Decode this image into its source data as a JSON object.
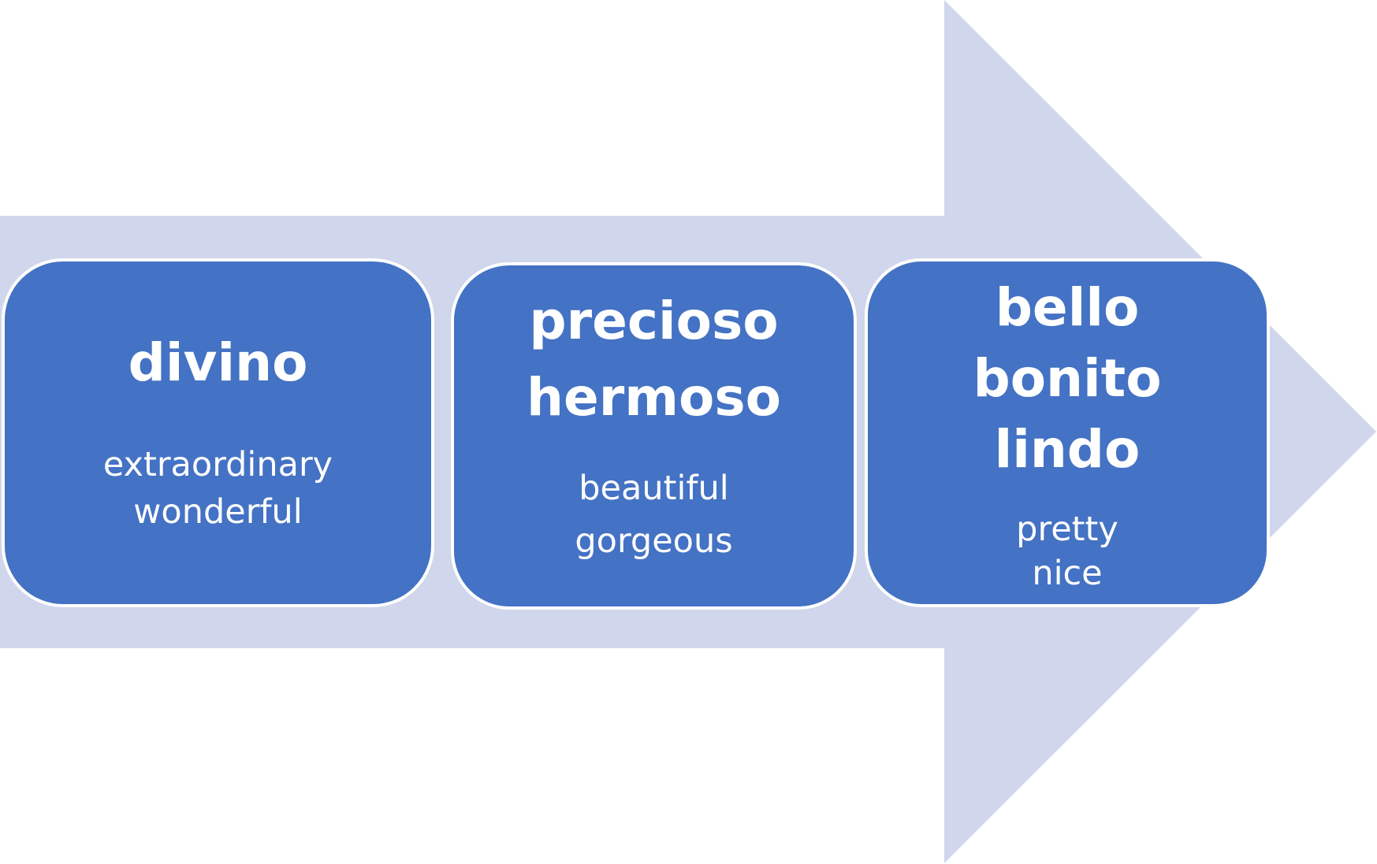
{
  "colors": {
    "arrow": "#d0d6eb",
    "box_fill": "#4472c4",
    "box_border": "#ffffff",
    "text": "#ffffff"
  },
  "boxes": [
    {
      "terms": [
        "divino"
      ],
      "glosses": [
        "extraordinary",
        "wonderful"
      ]
    },
    {
      "terms": [
        "precioso",
        "hermoso"
      ],
      "glosses": [
        "beautiful",
        "gorgeous"
      ]
    },
    {
      "terms": [
        "bello",
        "bonito",
        "lindo"
      ],
      "glosses": [
        "pretty",
        "nice"
      ]
    }
  ]
}
